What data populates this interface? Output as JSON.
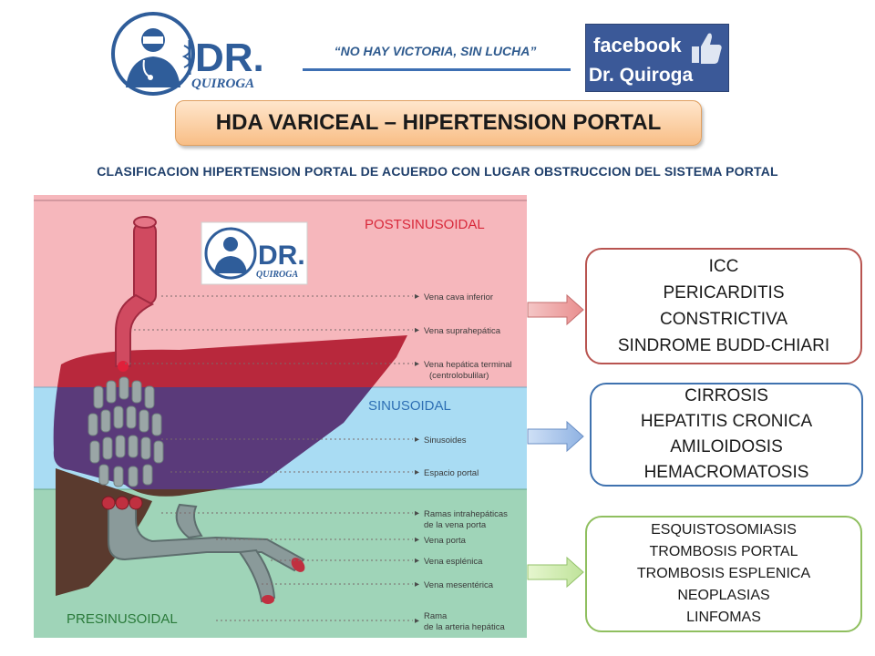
{
  "header": {
    "logo": {
      "brand": "DR.",
      "name": "QUIROGA"
    },
    "slogan": "“NO HAY VICTORIA, SIN LUCHA”",
    "facebook": {
      "word": "facebook",
      "name": "Dr. Quiroga"
    }
  },
  "title": "HDA VARICEAL – HIPERTENSION PORTAL",
  "subtitle": "CLASIFICACION HIPERTENSION PORTAL DE ACUERDO CON LUGAR OBSTRUCCION DEL SISTEMA PORTAL",
  "diagram": {
    "zones": {
      "post": "POSTSINUSOIDAL",
      "sin": "SINUSOIDAL",
      "pre": "PRESINUSOIDAL"
    },
    "labels": [
      "Vena cava inferior",
      "Vena suprahepática",
      "Vena hepática terminal",
      "(centrolobulilar)",
      "Sinusoides",
      "Espacio portal",
      "Ramas intrahepáticas",
      "de la vena porta",
      "Vena porta",
      "Vena esplénica",
      "Vena mesentérica",
      "Rama",
      "de la arteria hepática"
    ],
    "colors": {
      "post_zone": "#f6b7bc",
      "sin_zone": "#a9dcf3",
      "pre_zone": "#9fd4b8",
      "liver_post": "#b8283c",
      "liver_sin": "#5a3a7a",
      "liver_pre": "#5a3a2e"
    }
  },
  "categories": {
    "postsinusoidal": {
      "items": [
        "ICC",
        "PERICARDITIS",
        "CONSTRICTIVA",
        "SINDROME BUDD-CHIARI"
      ],
      "color": "#b85450"
    },
    "sinusoidal": {
      "items": [
        "CIRROSIS",
        "HEPATITIS CRONICA",
        "AMILOIDOSIS",
        "HEMACROMATOSIS"
      ],
      "color": "#3f72af"
    },
    "presinusoidal": {
      "items": [
        "ESQUISTOSOMIASIS",
        "TROMBOSIS PORTAL",
        "TROMBOSIS ESPLENICA",
        "NEOPLASIAS",
        "LINFOMAS"
      ],
      "color": "#8fbf5f"
    }
  }
}
